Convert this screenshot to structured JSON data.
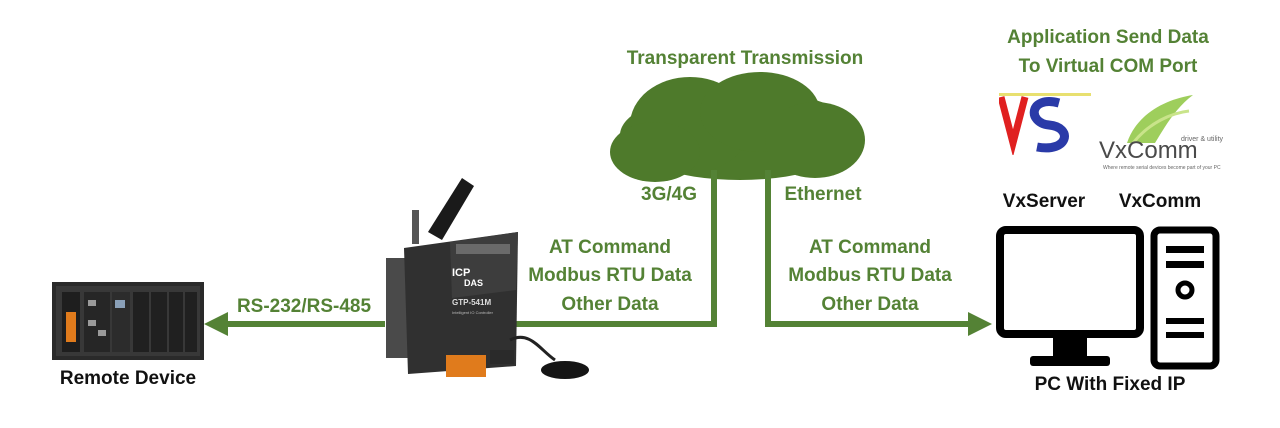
{
  "cloud": {
    "title": "Transparent Transmission",
    "left_link": "3G/4G",
    "right_link": "Ethernet"
  },
  "application": {
    "line1": "Application Send Data",
    "line2": "To Virtual COM Port"
  },
  "logos": {
    "vxserver": {
      "label": "VxServer",
      "mark": "VS"
    },
    "vxcomm": {
      "label": "VxComm",
      "wordmark": "VxComm",
      "tagline_top": "driver & utility",
      "tagline_bottom": "Where remote serial devices become part of your PC"
    }
  },
  "links": {
    "serial": "RS-232/RS-485",
    "left_data": [
      "AT Command",
      "Modbus RTU Data",
      "Other Data"
    ],
    "right_data": [
      "AT Command",
      "Modbus RTU Data",
      "Other Data"
    ]
  },
  "devices": {
    "remote": {
      "label": "Remote Device"
    },
    "gateway": {
      "brand_top": "ICP",
      "brand_bottom": "DAS",
      "model": "GTP-541M",
      "subtitle": "Intelligent IO Controller"
    },
    "pc": {
      "label": "PC With Fixed IP"
    }
  },
  "colors": {
    "accent": "#548235",
    "cloud": "#4e7a2b",
    "dark": "#111111"
  }
}
